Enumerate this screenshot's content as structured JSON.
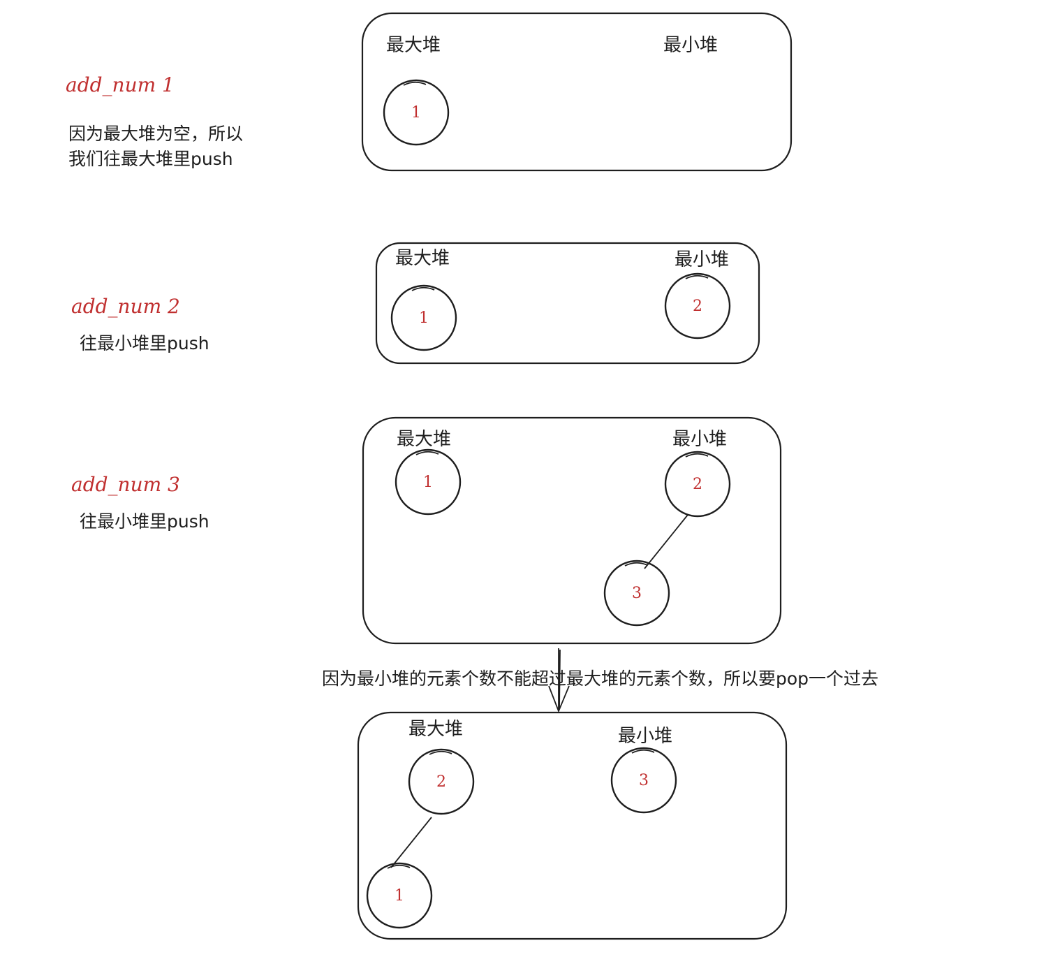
{
  "steps": [
    {
      "label": "add_num 1",
      "notes": [
        "因为最大堆为空，所以",
        "我们往最大堆里push"
      ],
      "max_heap_title": "最大堆",
      "min_heap_title": "最小堆",
      "max_heap_nodes": [
        "1"
      ],
      "min_heap_nodes": []
    },
    {
      "label": "add_num 2",
      "notes": [
        "往最小堆里push"
      ],
      "max_heap_title": "最大堆",
      "min_heap_title": "最小堆",
      "max_heap_nodes": [
        "1"
      ],
      "min_heap_nodes": [
        "2"
      ]
    },
    {
      "label": "add_num 3",
      "notes": [
        "往最小堆里push"
      ],
      "max_heap_title": "最大堆",
      "min_heap_title": "最小堆",
      "max_heap_nodes": [
        "1"
      ],
      "min_heap_nodes": [
        "2",
        "3"
      ]
    },
    {
      "label": "",
      "notes": [],
      "max_heap_title": "最大堆",
      "min_heap_title": "最小堆",
      "max_heap_nodes": [
        "2",
        "1"
      ],
      "min_heap_nodes": [
        "3"
      ]
    }
  ],
  "transition_text": "因为最小堆的元素个数不能超过最大堆的元素个数，所以要pop一个过去",
  "colors": {
    "ink": "#1e1e1e",
    "accent": "#c02f2f",
    "background": "#ffffff"
  }
}
